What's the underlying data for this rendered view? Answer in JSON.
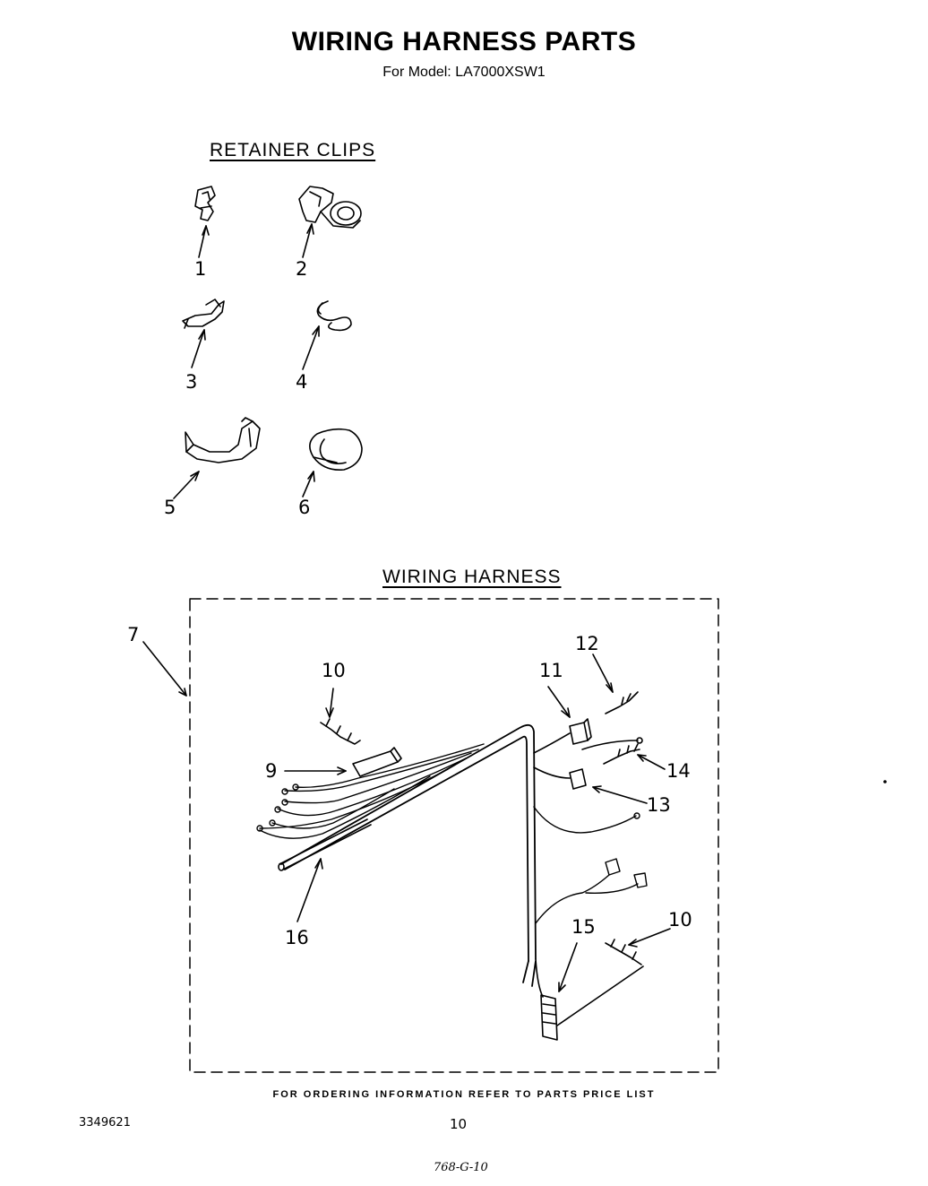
{
  "header": {
    "title": "WIRING HARNESS PARTS",
    "subtitle": "For Model: LA7000XSW1"
  },
  "sections": {
    "retainer_clips": "RETAINER CLIPS",
    "wiring_harness": "WIRING HARNESS"
  },
  "callouts": {
    "c1": "1",
    "c2": "2",
    "c3": "3",
    "c4": "4",
    "c5": "5",
    "c6": "6",
    "c7": "7",
    "c9": "9",
    "c10a": "10",
    "c10b": "10",
    "c11": "11",
    "c12": "12",
    "c13": "13",
    "c14": "14",
    "c15": "15",
    "c16": "16"
  },
  "footer": {
    "note": "FOR ORDERING INFORMATION REFER TO PARTS PRICE LIST",
    "doc_number": "3349621",
    "page_number": "10",
    "handwritten": "768-G-10"
  }
}
